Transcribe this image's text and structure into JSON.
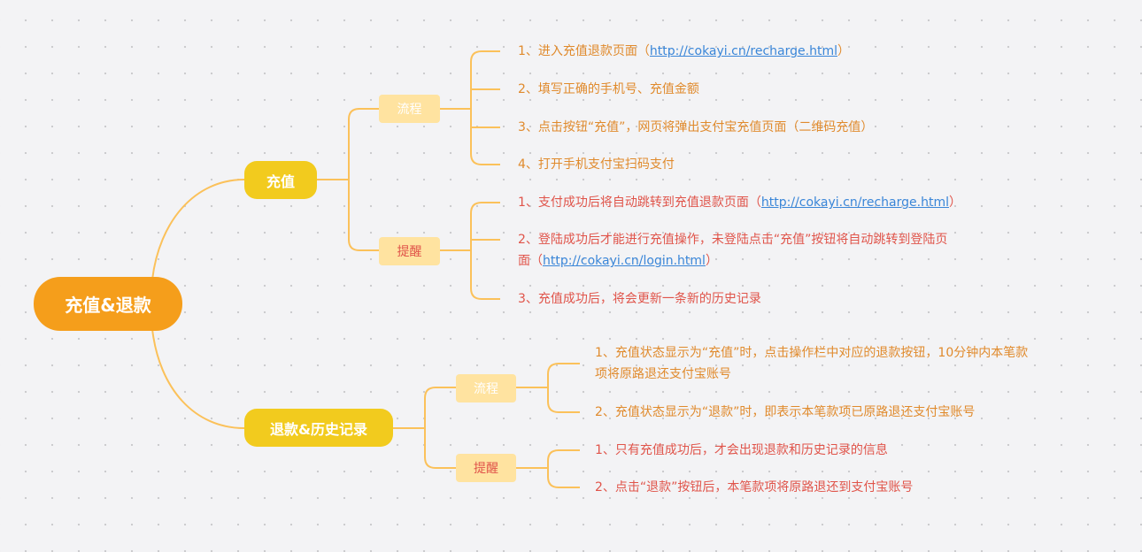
{
  "root": {
    "label": "充值&退款"
  },
  "recharge": {
    "label": "充值",
    "flow": {
      "label": "流程",
      "items": [
        {
          "prefix": "1、进入充值退款页面（",
          "link": "http://cokayi.cn/recharge.html",
          "suffix": "）"
        },
        {
          "prefix": "2、填写正确的手机号、充值金额"
        },
        {
          "prefix": "3、点击按钮“充值”，网页将弹出支付宝充值页面（二维码充值）"
        },
        {
          "prefix": "4、打开手机支付宝扫码支付"
        }
      ]
    },
    "remind": {
      "label": "提醒",
      "items": [
        {
          "prefix": "1、支付成功后将自动跳转到充值退款页面（",
          "link": "http://cokayi.cn/recharge.html",
          "suffix": "）"
        },
        {
          "prefix": "2、登陆成功后才能进行充值操作，未登陆点击“充值”按钮将自动跳转到登陆页",
          "line2": "面（",
          "link": "http://cokayi.cn/login.html",
          "suffix": "）"
        },
        {
          "prefix": "3、充值成功后，将会更新一条新的历史记录"
        }
      ]
    }
  },
  "refund": {
    "label": "退款&历史记录",
    "flow": {
      "label": "流程",
      "items": [
        {
          "prefix": "1、充值状态显示为“充值”时，点击操作栏中对应的退款按钮，10分钟内本笔款",
          "line2": "项将原路退还支付宝账号"
        },
        {
          "prefix": "2、充值状态显示为“退款”时，即表示本笔款项已原路退还支付宝账号"
        }
      ]
    },
    "remind": {
      "label": "提醒",
      "items": [
        {
          "prefix": "1、只有充值成功后，才会出现退款和历史记录的信息"
        },
        {
          "prefix": "2、点击“退款”按钮后，本笔款项将原路退还到支付宝账号"
        }
      ]
    }
  },
  "colors": {
    "root": "#f59e1b",
    "main": "#f2cb1e",
    "sub": "#ffe3a0",
    "line": "#fbc15a",
    "flow_text": "#e08a2c",
    "remind_text": "#e0544a",
    "link": "#3a86d8"
  }
}
